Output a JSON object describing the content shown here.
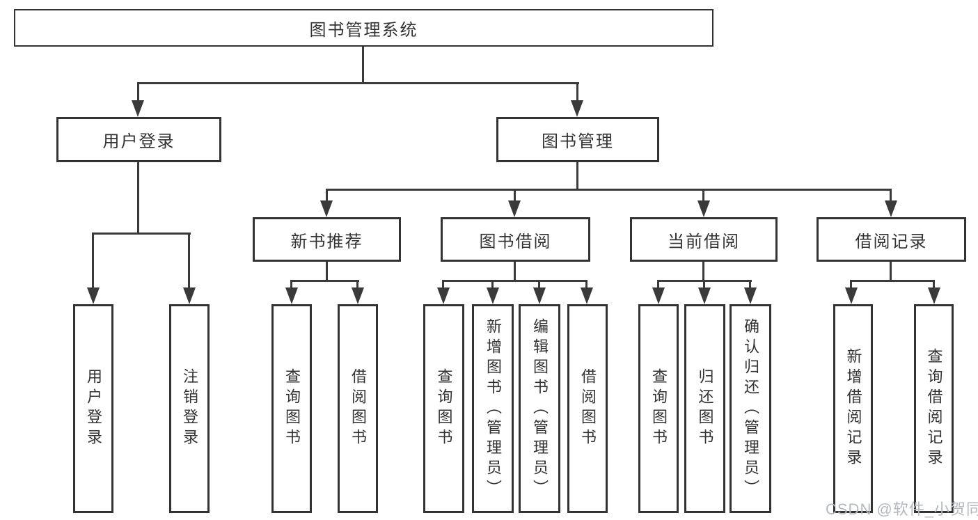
{
  "colors": {
    "line": "#3a3a3a",
    "box_border": "#333333",
    "text": "#333333",
    "watermark": "#b5b9c0",
    "background": "#ffffff"
  },
  "tree": {
    "label": "图书管理系统",
    "children": [
      {
        "label": "用户登录",
        "children": [
          {
            "label": "用户登录"
          },
          {
            "label": "注销登录"
          }
        ]
      },
      {
        "label": "图书管理",
        "children": [
          {
            "label": "新书推荐",
            "children": [
              {
                "label": "查询图书"
              },
              {
                "label": "借阅图书"
              }
            ]
          },
          {
            "label": "图书借阅",
            "children": [
              {
                "label": "查询图书"
              },
              {
                "label": "新增图书（管理员）"
              },
              {
                "label": "编辑图书（管理员）"
              },
              {
                "label": "借阅图书"
              }
            ]
          },
          {
            "label": "当前借阅",
            "children": [
              {
                "label": "查询图书"
              },
              {
                "label": "归还图书"
              },
              {
                "label": "确认归还（管理员）"
              }
            ]
          },
          {
            "label": "借阅记录",
            "children": [
              {
                "label": "新增借阅记录"
              },
              {
                "label": "查询借阅记录"
              }
            ]
          }
        ]
      }
    ]
  },
  "watermark": {
    "text": "CSDN @软件_小贺同学"
  }
}
